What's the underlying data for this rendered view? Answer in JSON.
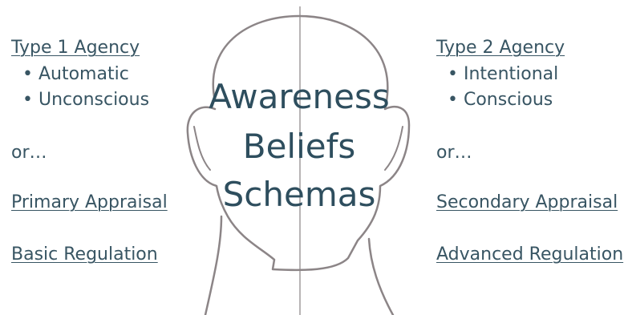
{
  "left": {
    "heading": "Type 1 Agency",
    "bullets": [
      "• Automatic",
      "• Unconscious"
    ],
    "or": "or…",
    "link1": "Primary Appraisal",
    "link2": "Basic Regulation"
  },
  "right": {
    "heading": "Type 2 Agency",
    "bullets": [
      "• Intentional",
      "• Conscious"
    ],
    "or": "or…",
    "link1": "Secondary Appraisal",
    "link2": "Advanced Regulation"
  },
  "center": {
    "words": [
      "Awareness",
      "Beliefs",
      "Schemas"
    ]
  },
  "colors": {
    "text": "#385563",
    "outline": "#8c8587",
    "divider": "#b8b4b5"
  }
}
